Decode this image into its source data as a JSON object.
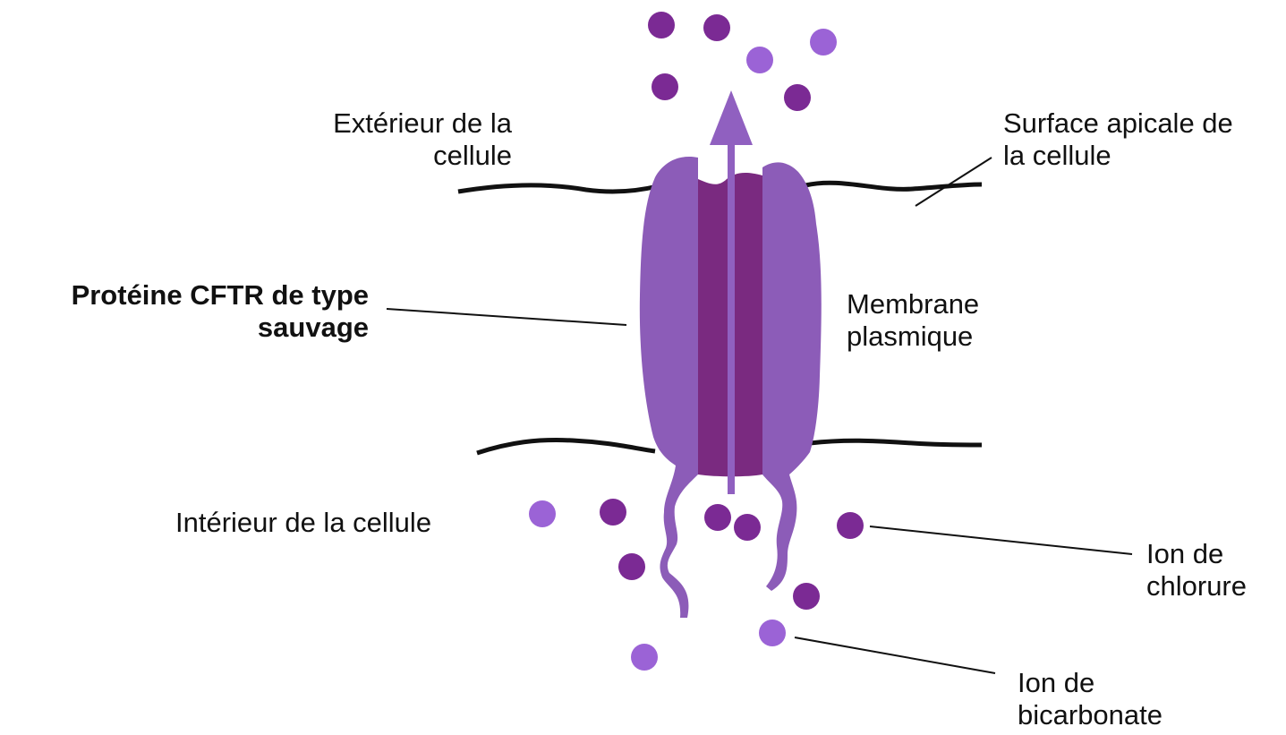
{
  "labels": {
    "exterior": [
      "Extérieur de la",
      "cellule"
    ],
    "apical_surface": [
      "Surface apicale de",
      "la cellule"
    ],
    "protein": [
      "Protéine CFTR de type",
      "sauvage"
    ],
    "membrane": [
      "Membrane",
      "plasmique"
    ],
    "interior": [
      "Intérieur de la cellule"
    ],
    "chloride_ion": [
      "Ion de",
      "chlorure"
    ],
    "bicarbonate_ion": [
      "Ion de",
      "bicarbonate"
    ]
  },
  "colors": {
    "chloride": "#7b2a94",
    "bicarbonate": "#9b63d6",
    "protein_outer": "#8c5cb8",
    "protein_channel": "#7a2a80",
    "arrow": "#9060c0",
    "membrane_line": "#111111",
    "leader_line": "#111111"
  }
}
